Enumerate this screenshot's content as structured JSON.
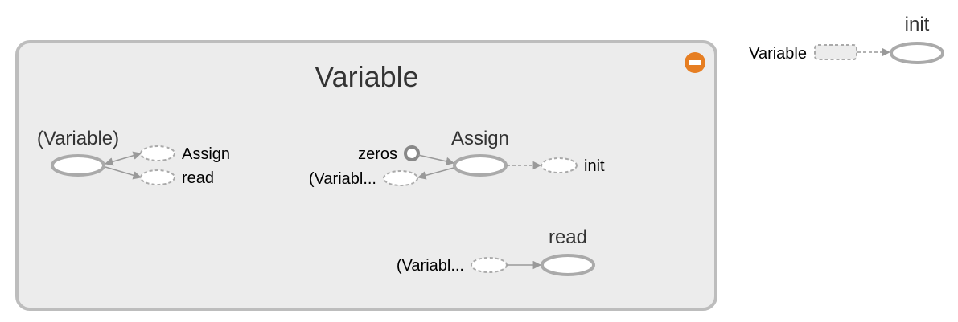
{
  "group": {
    "title": "Variable",
    "collapse_icon": "minus-circle-icon",
    "collapse_color": "#e67e22"
  },
  "variable_op": {
    "title": "(Variable)",
    "out_assign": "Assign",
    "out_read": "read"
  },
  "assign_op": {
    "title": "Assign",
    "in_zeros": "zeros",
    "in_variable": "(Variabl...",
    "out_init": "init"
  },
  "read_op": {
    "title": "read",
    "in_variable": "(Variabl..."
  },
  "outside": {
    "init_title": "init",
    "variable_label": "Variable"
  },
  "colors": {
    "group_fill": "#ececec",
    "group_stroke": "#bdbdbd",
    "node_stroke": "#aaaaaa",
    "edge": "#999999"
  }
}
